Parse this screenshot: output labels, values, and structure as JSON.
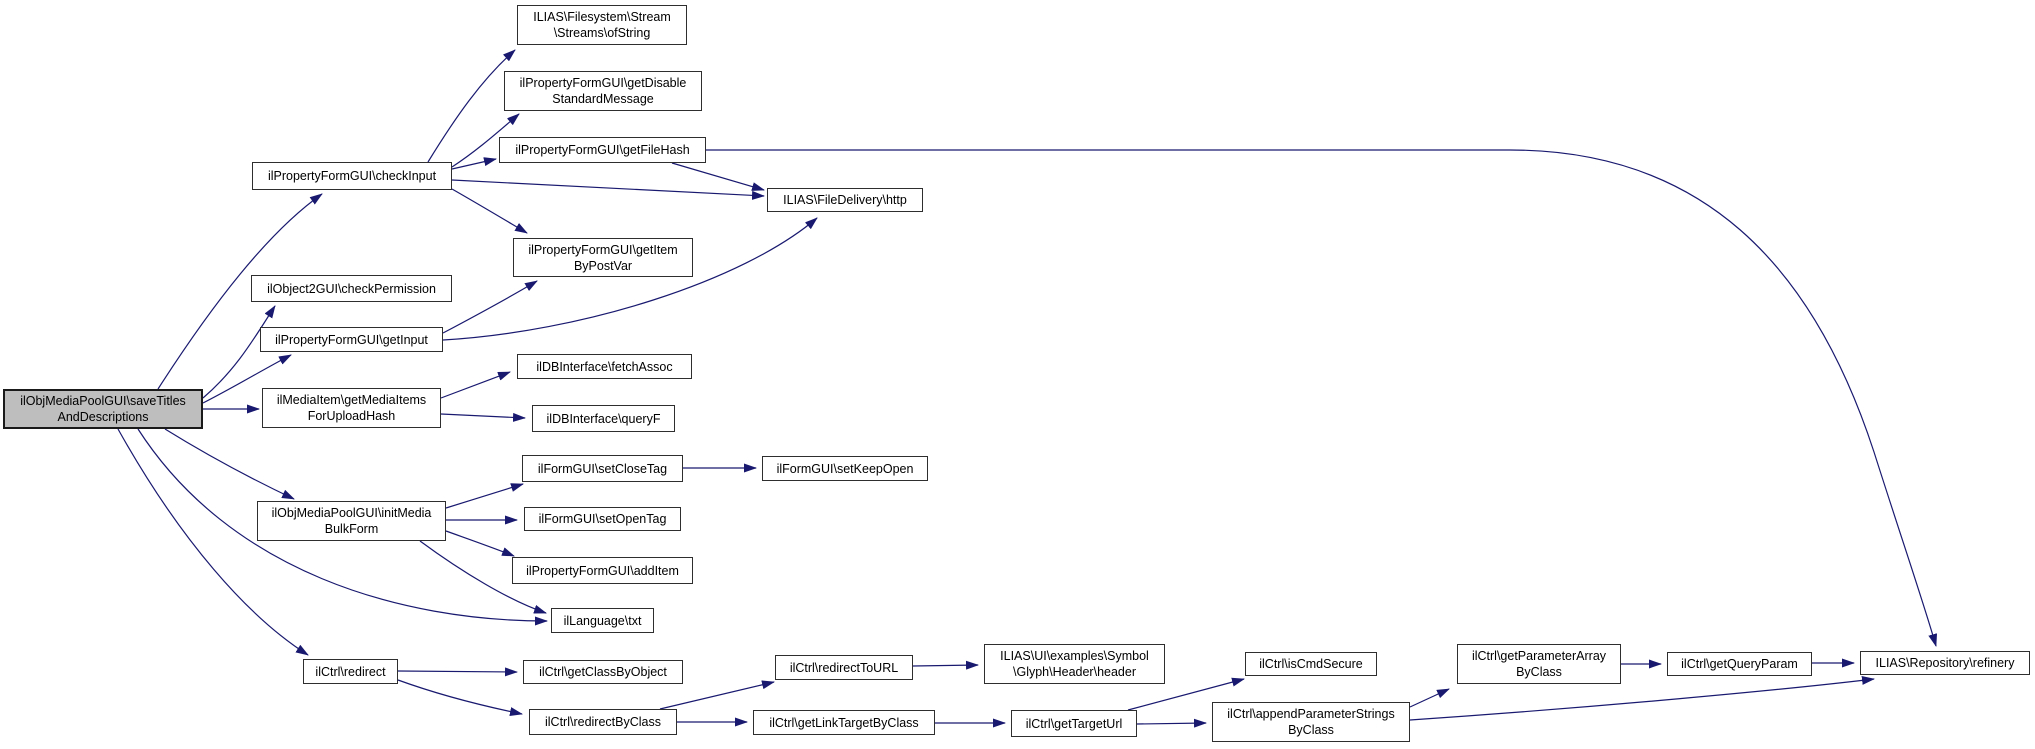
{
  "diagram_title": "ilObjMediaPoolGUI saveTitlesAndDescriptions call graph",
  "colors": {
    "background": "#ffffff",
    "edge": "#191970",
    "node_border": "#2e2e2e",
    "node_fill": "#ffffff",
    "highlight_fill": "#bebebe",
    "text": "#000000"
  },
  "nodes": {
    "save_titles": {
      "label": "ilObjMediaPoolGUI\\saveTitlesAndDescriptions",
      "lines": [
        "ilObjMediaPoolGUI\\saveTitles",
        "AndDescriptions"
      ],
      "highlighted": true
    },
    "check_input": {
      "label": "ilPropertyFormGUI\\checkInput",
      "lines": [
        "ilPropertyFormGUI\\checkInput"
      ]
    },
    "check_permission": {
      "label": "ilObject2GUI\\checkPermission",
      "lines": [
        "ilObject2GUI\\checkPermission"
      ]
    },
    "get_input": {
      "label": "ilPropertyFormGUI\\getInput",
      "lines": [
        "ilPropertyFormGUI\\getInput"
      ]
    },
    "get_media_items": {
      "label": "ilMediaItem\\getMediaItemsForUploadHash",
      "lines": [
        "ilMediaItem\\getMediaItems",
        "ForUploadHash"
      ]
    },
    "init_media_bulk_form": {
      "label": "ilObjMediaPoolGUI\\initMediaBulkForm",
      "lines": [
        "ilObjMediaPoolGUI\\initMedia",
        "BulkForm"
      ]
    },
    "redirect": {
      "label": "ilCtrl\\redirect",
      "lines": [
        "ilCtrl\\redirect"
      ]
    },
    "streams_of_string": {
      "label": "ILIAS\\Filesystem\\Stream\\Streams\\ofString",
      "lines": [
        "ILIAS\\Filesystem\\Stream",
        "\\Streams\\ofString"
      ]
    },
    "get_disable_standard_message": {
      "label": "ilPropertyFormGUI\\getDisableStandardMessage",
      "lines": [
        "ilPropertyFormGUI\\getDisable",
        "StandardMessage"
      ]
    },
    "get_file_hash": {
      "label": "ilPropertyFormGUI\\getFileHash",
      "lines": [
        "ilPropertyFormGUI\\getFileHash"
      ]
    },
    "get_item_by_post_var": {
      "label": "ilPropertyFormGUI\\getItemByPostVar",
      "lines": [
        "ilPropertyFormGUI\\getItem",
        "ByPostVar"
      ]
    },
    "file_delivery_http": {
      "label": "ILIAS\\FileDelivery\\http",
      "lines": [
        "ILIAS\\FileDelivery\\http"
      ]
    },
    "fetch_assoc": {
      "label": "ilDBInterface\\fetchAssoc",
      "lines": [
        "ilDBInterface\\fetchAssoc"
      ]
    },
    "query_f": {
      "label": "ilDBInterface\\queryF",
      "lines": [
        "ilDBInterface\\queryF"
      ]
    },
    "set_close_tag": {
      "label": "ilFormGUI\\setCloseTag",
      "lines": [
        "ilFormGUI\\setCloseTag"
      ]
    },
    "set_keep_open": {
      "label": "ilFormGUI\\setKeepOpen",
      "lines": [
        "ilFormGUI\\setKeepOpen"
      ]
    },
    "set_open_tag": {
      "label": "ilFormGUI\\setOpenTag",
      "lines": [
        "ilFormGUI\\setOpenTag"
      ]
    },
    "add_item": {
      "label": "ilPropertyFormGUI\\addItem",
      "lines": [
        "ilPropertyFormGUI\\addItem"
      ]
    },
    "lang_txt": {
      "label": "ilLanguage\\txt",
      "lines": [
        "ilLanguage\\txt"
      ]
    },
    "get_class_by_object": {
      "label": "ilCtrl\\getClassByObject",
      "lines": [
        "ilCtrl\\getClassByObject"
      ]
    },
    "redirect_by_class": {
      "label": "ilCtrl\\redirectByClass",
      "lines": [
        "ilCtrl\\redirectByClass"
      ]
    },
    "redirect_to_url": {
      "label": "ilCtrl\\redirectToURL",
      "lines": [
        "ilCtrl\\redirectToURL"
      ]
    },
    "get_link_target_by_class": {
      "label": "ilCtrl\\getLinkTargetByClass",
      "lines": [
        "ilCtrl\\getLinkTargetByClass"
      ]
    },
    "glyph_header": {
      "label": "ILIAS\\UI\\examples\\Symbol\\Glyph\\Header\\header",
      "lines": [
        "ILIAS\\UI\\examples\\Symbol",
        "\\Glyph\\Header\\header"
      ]
    },
    "get_target_url": {
      "label": "ilCtrl\\getTargetUrl",
      "lines": [
        "ilCtrl\\getTargetUrl"
      ]
    },
    "is_cmd_secure": {
      "label": "ilCtrl\\isCmdSecure",
      "lines": [
        "ilCtrl\\isCmdSecure"
      ]
    },
    "append_parameter_strings": {
      "label": "ilCtrl\\appendParameterStringsByClass",
      "lines": [
        "ilCtrl\\appendParameterStrings",
        "ByClass"
      ]
    },
    "get_parameter_array": {
      "label": "ilCtrl\\getParameterArrayByClass",
      "lines": [
        "ilCtrl\\getParameterArray",
        "ByClass"
      ]
    },
    "get_query_param": {
      "label": "ilCtrl\\getQueryParam",
      "lines": [
        "ilCtrl\\getQueryParam"
      ]
    },
    "repository_refinery": {
      "label": "ILIAS\\Repository\\refinery",
      "lines": [
        "ILIAS\\Repository\\refinery"
      ]
    }
  },
  "edges": [
    {
      "from": "save_titles",
      "to": "check_input"
    },
    {
      "from": "save_titles",
      "to": "check_permission"
    },
    {
      "from": "save_titles",
      "to": "get_input"
    },
    {
      "from": "save_titles",
      "to": "get_media_items"
    },
    {
      "from": "save_titles",
      "to": "init_media_bulk_form"
    },
    {
      "from": "save_titles",
      "to": "lang_txt"
    },
    {
      "from": "save_titles",
      "to": "redirect"
    },
    {
      "from": "check_input",
      "to": "streams_of_string"
    },
    {
      "from": "check_input",
      "to": "get_disable_standard_message"
    },
    {
      "from": "check_input",
      "to": "get_file_hash"
    },
    {
      "from": "check_input",
      "to": "file_delivery_http"
    },
    {
      "from": "check_input",
      "to": "get_item_by_post_var"
    },
    {
      "from": "get_file_hash",
      "to": "file_delivery_http"
    },
    {
      "from": "get_file_hash",
      "to": "repository_refinery"
    },
    {
      "from": "get_input",
      "to": "get_item_by_post_var"
    },
    {
      "from": "get_input",
      "to": "file_delivery_http"
    },
    {
      "from": "get_media_items",
      "to": "fetch_assoc"
    },
    {
      "from": "get_media_items",
      "to": "query_f"
    },
    {
      "from": "init_media_bulk_form",
      "to": "set_close_tag"
    },
    {
      "from": "init_media_bulk_form",
      "to": "set_open_tag"
    },
    {
      "from": "init_media_bulk_form",
      "to": "add_item"
    },
    {
      "from": "init_media_bulk_form",
      "to": "lang_txt"
    },
    {
      "from": "set_close_tag",
      "to": "set_keep_open"
    },
    {
      "from": "redirect",
      "to": "get_class_by_object"
    },
    {
      "from": "redirect",
      "to": "redirect_by_class"
    },
    {
      "from": "redirect_by_class",
      "to": "redirect_to_url"
    },
    {
      "from": "redirect_by_class",
      "to": "get_link_target_by_class"
    },
    {
      "from": "redirect_to_url",
      "to": "glyph_header"
    },
    {
      "from": "get_link_target_by_class",
      "to": "get_target_url"
    },
    {
      "from": "get_target_url",
      "to": "is_cmd_secure"
    },
    {
      "from": "get_target_url",
      "to": "append_parameter_strings"
    },
    {
      "from": "append_parameter_strings",
      "to": "get_parameter_array"
    },
    {
      "from": "append_parameter_strings",
      "to": "repository_refinery"
    },
    {
      "from": "get_parameter_array",
      "to": "get_query_param"
    },
    {
      "from": "get_query_param",
      "to": "repository_refinery"
    }
  ]
}
